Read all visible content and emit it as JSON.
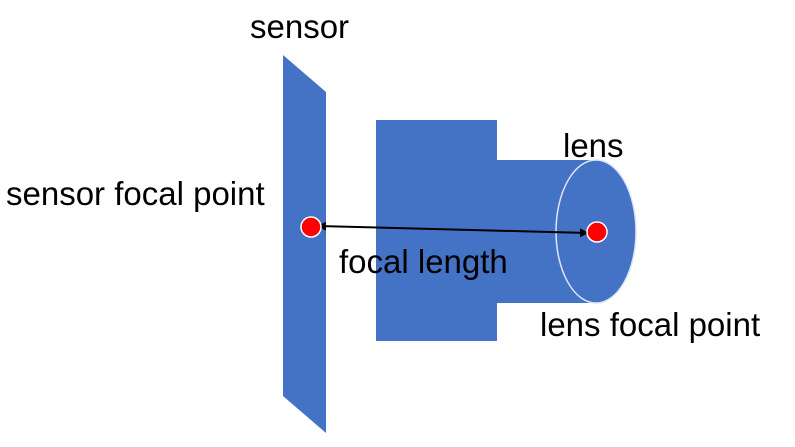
{
  "labels": {
    "sensor": "sensor",
    "lens": "lens",
    "sensor_focal_point": "sensor focal point",
    "focal_length": "focal length",
    "lens_focal_point": "lens focal point"
  },
  "colors": {
    "shape_fill": "#4472C4",
    "lens_outline": "#DDE6F5",
    "focal_point_fill": "#FF0000",
    "focal_point_stroke": "#FFFFFF",
    "arrow": "#000000",
    "text": "#000000"
  }
}
